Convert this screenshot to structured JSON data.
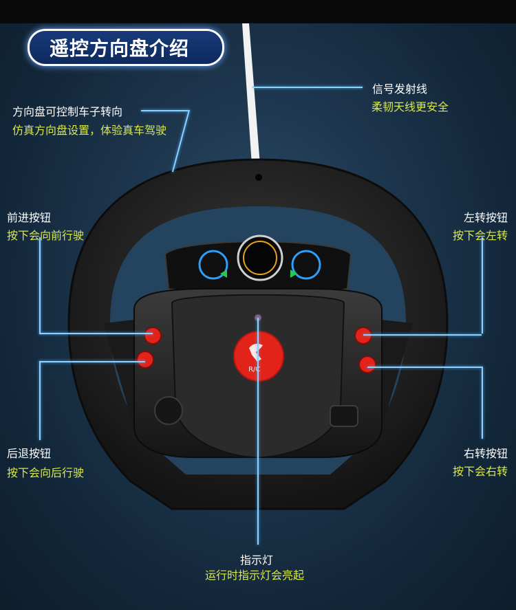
{
  "title": "遥控方向盘介绍",
  "annotations": {
    "antenna": {
      "label": "信号发射线",
      "note": "柔韧天线更安全"
    },
    "steering": {
      "label": "方向盘可控制车子转向",
      "note": "仿真方向盘设置，体验真车驾驶"
    },
    "forward": {
      "label": "前进按钮",
      "note": "按下会向前行驶"
    },
    "left_turn": {
      "label": "左转按钮",
      "note": "按下会左转"
    },
    "backward": {
      "label": "后退按钮",
      "note": "按下会向后行驶"
    },
    "right_turn": {
      "label": "右转按钮",
      "note": "按下会右转"
    },
    "indicator": {
      "label": "指示灯",
      "note": "运行时指示灯会亮起"
    }
  },
  "wheel_badge": "R/C",
  "colors": {
    "label": "#ffffff",
    "note": "#d9e84a",
    "title_pill": "#173a78",
    "button_red": "#e2231a"
  }
}
